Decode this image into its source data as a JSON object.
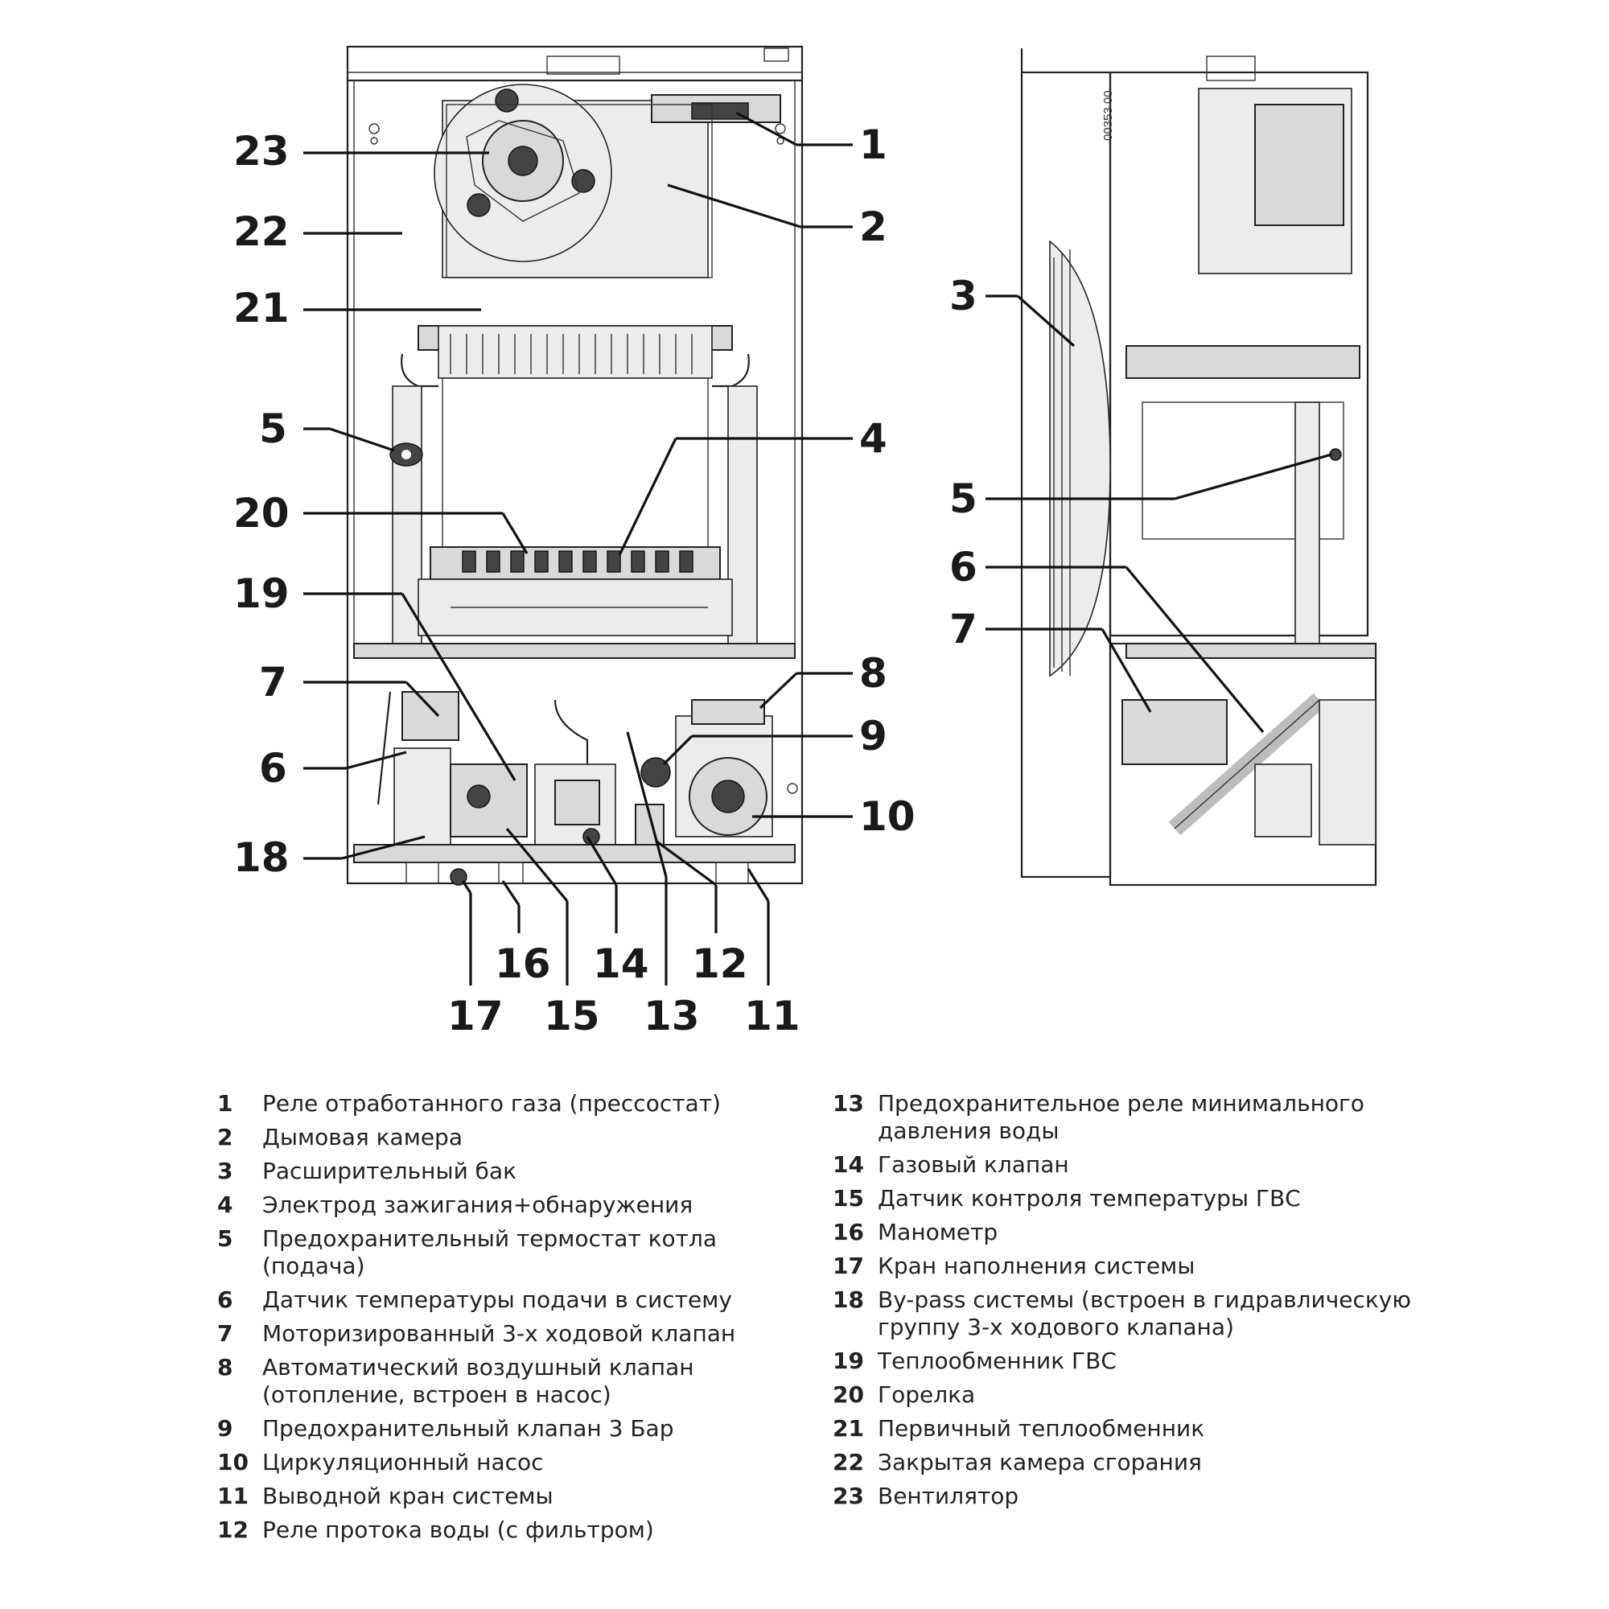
{
  "drawing_code": "00353 00",
  "callouts": {
    "1": "1",
    "2": "2",
    "3": "3",
    "4": "4",
    "5": "5",
    "6": "6",
    "7": "7",
    "8": "8",
    "9": "9",
    "10": "10",
    "11": "11",
    "12": "12",
    "13": "13",
    "14": "14",
    "15": "15",
    "16": "16",
    "17": "17",
    "18": "18",
    "19": "19",
    "20": "20",
    "21": "21",
    "22": "22",
    "23": "23"
  },
  "legend": [
    {
      "num": "1",
      "lines": [
        "Реле отработанного газа (прессостат)"
      ]
    },
    {
      "num": "2",
      "lines": [
        "Дымовая камера"
      ]
    },
    {
      "num": "3",
      "lines": [
        "Расширительный бак"
      ]
    },
    {
      "num": "4",
      "lines": [
        "Электрод зажигания+обнаружения"
      ]
    },
    {
      "num": "5",
      "lines": [
        "Предохранительный термостат котла",
        "(подача)"
      ]
    },
    {
      "num": "6",
      "lines": [
        "Датчик температуры подачи в систему"
      ]
    },
    {
      "num": "7",
      "lines": [
        "Моторизированный 3-х ходовой клапан"
      ]
    },
    {
      "num": "8",
      "lines": [
        "Автоматический воздушный клапан",
        "(отопление, встроен в насос)"
      ]
    },
    {
      "num": "9",
      "lines": [
        "Предохранительный клапан 3 Бар"
      ]
    },
    {
      "num": "10",
      "lines": [
        "Циркуляционный насос"
      ]
    },
    {
      "num": "11",
      "lines": [
        "Выводной кран системы"
      ]
    },
    {
      "num": "12",
      "lines": [
        "Реле протока воды (с фильтром)"
      ]
    },
    {
      "num": "13",
      "lines": [
        "Предохранительное реле минимального",
        "давления воды"
      ]
    },
    {
      "num": "14",
      "lines": [
        "Газовый клапан"
      ]
    },
    {
      "num": "15",
      "lines": [
        "Датчик контроля температуры ГВС"
      ]
    },
    {
      "num": "16",
      "lines": [
        "Манометр"
      ]
    },
    {
      "num": "17",
      "lines": [
        "Кран наполнения системы"
      ]
    },
    {
      "num": "18",
      "lines": [
        "By-pass системы (встроен в гидравлическую",
        "группу 3-х ходового клапана)"
      ]
    },
    {
      "num": "19",
      "lines": [
        "Теплообменник ГВС"
      ]
    },
    {
      "num": "20",
      "lines": [
        "Горелка"
      ]
    },
    {
      "num": "21",
      "lines": [
        "Первичный теплообменник"
      ]
    },
    {
      "num": "22",
      "lines": [
        "Закрытая камера сгорания"
      ]
    },
    {
      "num": "23",
      "lines": [
        "Вентилятор"
      ]
    }
  ]
}
